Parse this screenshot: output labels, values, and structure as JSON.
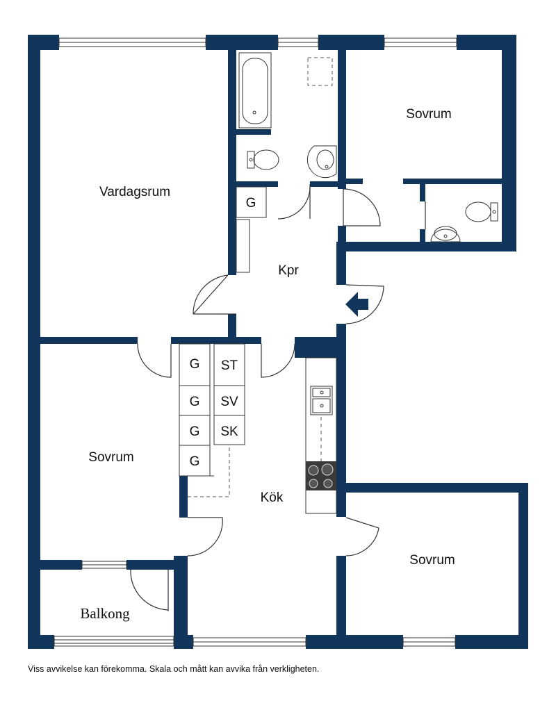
{
  "colors": {
    "wall": "#12355b",
    "background": "#ffffff",
    "line": "#333333"
  },
  "rooms": {
    "vardagsrum": "Vardagsrum",
    "sovrum_ne": "Sovrum",
    "kpr": "Kpr",
    "sovrum_w": "Sovrum",
    "kok": "Kök",
    "sovrum_se": "Sovrum",
    "balkong": "Balkong"
  },
  "storage": {
    "hall_g": "G",
    "g1": "G",
    "g2": "G",
    "g3": "G",
    "g4": "G",
    "st": "ST",
    "sv": "SV",
    "sk": "SK"
  },
  "icons": {
    "entry": "entrance-arrow-icon",
    "bathtub": "bathtub-icon",
    "toilet": "toilet-icon",
    "sink": "washbasin-icon",
    "kitchen_sink": "kitchen-sink-icon",
    "stove": "stove-icon"
  },
  "disclaimer": "Viss avvikelse kan förekomma. Skala och mått kan avvika från verkligheten."
}
